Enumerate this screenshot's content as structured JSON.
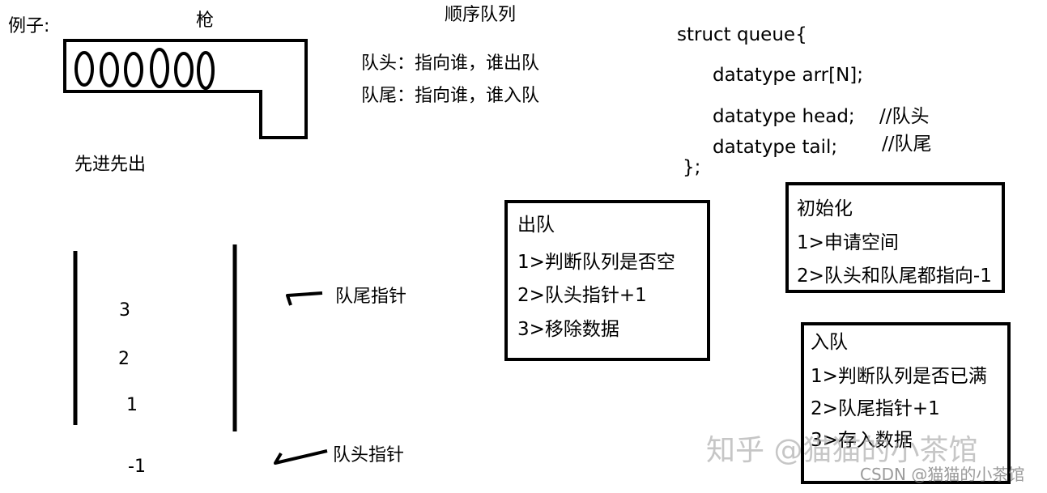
{
  "example_label": "例子:",
  "gun_label": "枪",
  "fifo_label": "先进先出",
  "title": "顺序队列",
  "head_desc": "队头：指向谁，谁出队",
  "tail_desc": "队尾：指向谁，谁入队",
  "struct": {
    "open": "struct queue{",
    "arr": "datatype arr[N];",
    "head": "datatype head;",
    "head_comment": "//队头",
    "tail": "datatype tail;",
    "tail_comment": "//队尾",
    "close": "};"
  },
  "queue_values": {
    "v3": "3",
    "v2": "2",
    "v1": "1",
    "vm1": "-1"
  },
  "tail_pointer_label": "队尾指针",
  "head_pointer_label": "队头指针",
  "dequeue": {
    "title": "出队",
    "steps": [
      "1>判断队列是否空",
      "2>队头指针+1",
      "3>移除数据"
    ]
  },
  "init": {
    "title": "初始化",
    "steps": [
      "1>申请空间",
      "2>队头和队尾都指向-1"
    ]
  },
  "enqueue": {
    "title": "入队",
    "steps": [
      "1>判断队列是否已满",
      "2>队尾指针+1",
      "3>存入数据"
    ]
  },
  "watermark": {
    "zhihu": "知乎 @猫猫的小茶馆",
    "csdn": "CSDN @猫猫的小茶馆"
  }
}
